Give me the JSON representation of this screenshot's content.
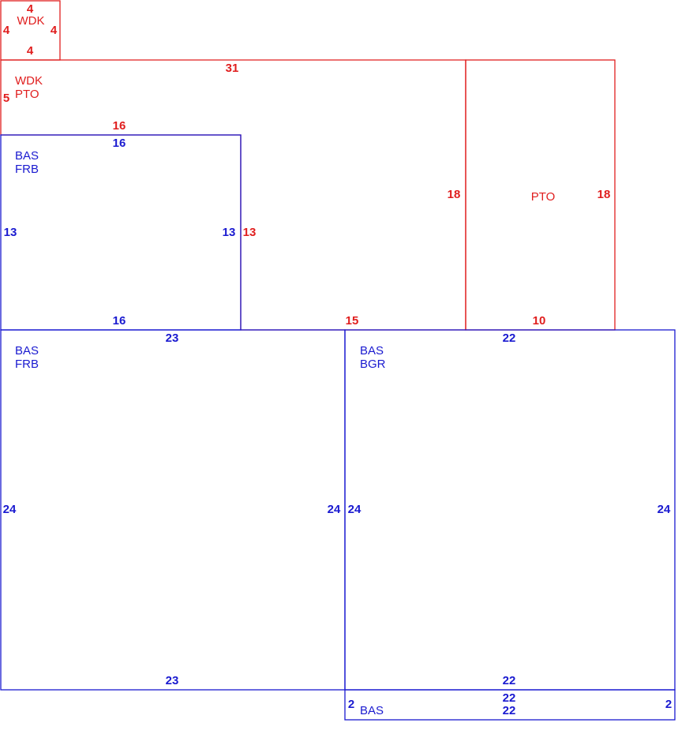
{
  "colors": {
    "wood_deck_porch": "#e01e1e",
    "base": "#1a1ad0"
  },
  "areas": {
    "wdk_small": {
      "code": "WDK",
      "dims": {
        "top": "4",
        "left": "4",
        "right": "4",
        "bottom": "4"
      }
    },
    "wdk_pto": {
      "code1": "WDK",
      "code2": "PTO",
      "dims": {
        "top": "31",
        "left": "5",
        "right": "18",
        "bottom": "15"
      }
    },
    "pto": {
      "code": "PTO",
      "dims": {
        "left": "18",
        "right": "18",
        "bottom": "10"
      }
    },
    "bas_frb_small": {
      "code1": "BAS",
      "code2": "FRB",
      "dims": {
        "top": "16",
        "top_red": "16",
        "left": "13",
        "right": "13",
        "right_red": "13",
        "bottom": "16"
      }
    },
    "bas_frb_large": {
      "code1": "BAS",
      "code2": "FRB",
      "dims": {
        "top": "23",
        "left": "24",
        "right": "24",
        "bottom": "23"
      }
    },
    "bas_bgr": {
      "code1": "BAS",
      "code2": "BGR",
      "dims": {
        "top": "22",
        "left": "24",
        "right": "24",
        "bottom": "22"
      }
    },
    "bas_strip": {
      "code": "BAS",
      "dims": {
        "top": "22",
        "bottom": "22",
        "left": "2",
        "right": "2"
      }
    }
  }
}
